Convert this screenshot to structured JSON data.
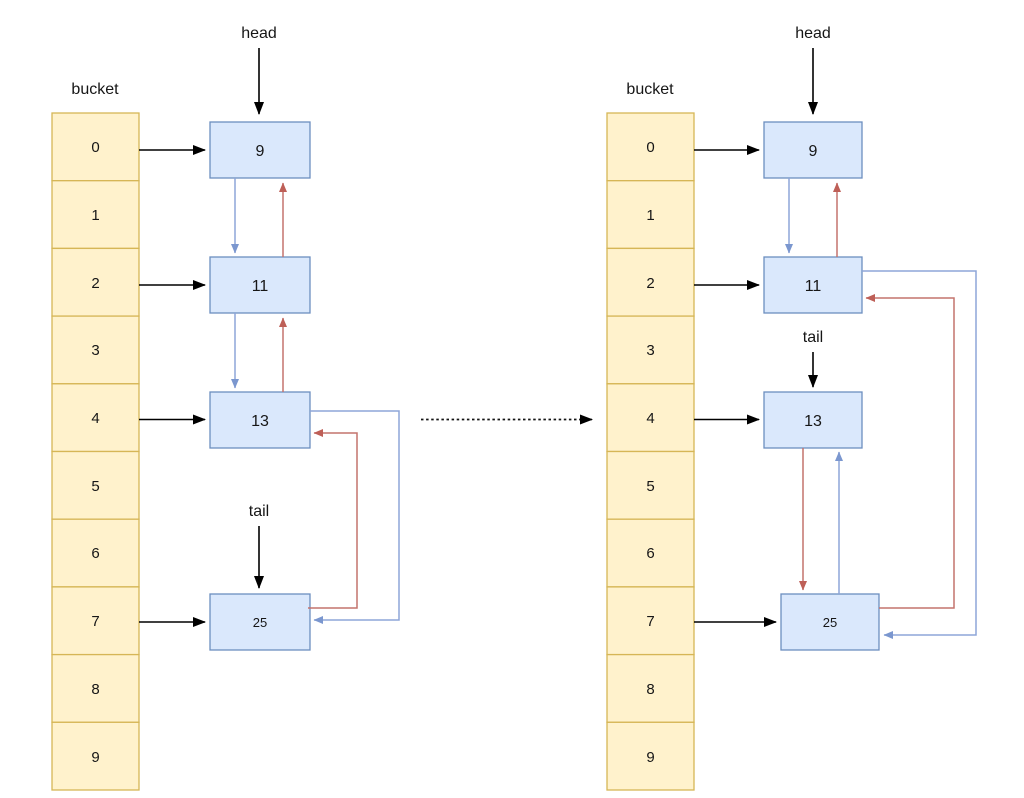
{
  "labels": {
    "bucket": "bucket",
    "head": "head",
    "tail": "tail"
  },
  "bucket_cells": [
    "0",
    "1",
    "2",
    "3",
    "4",
    "5",
    "6",
    "7",
    "8",
    "9"
  ],
  "left_nodes": {
    "n9": "9",
    "n11": "11",
    "n13": "13",
    "n25": "25"
  },
  "right_nodes": {
    "n9": "9",
    "n11": "11",
    "n13": "13",
    "n25": "25"
  },
  "colors": {
    "bucket_fill": "#FFF2CC",
    "bucket_border": "#D6B656",
    "node_fill": "#DAE8FC",
    "node_border": "#6C8EBF",
    "next_pointer_blue": "#8EA5D8",
    "prev_pointer_red": "#C4736D",
    "black_arrow": "#000000",
    "background": "#FFFFFF"
  }
}
